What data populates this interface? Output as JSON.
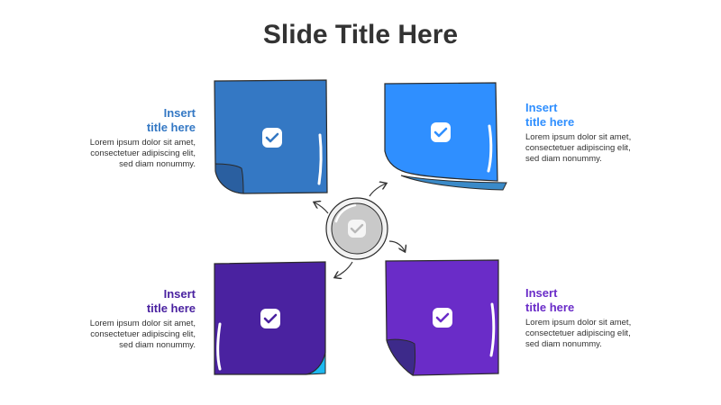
{
  "title": "Slide Title Here",
  "items": [
    {
      "title_line1": "Insert",
      "title_line2": "title here",
      "body_line1": "Lorem ipsum dolor sit amet,",
      "body_line2": "consectetuer adipiscing elit,",
      "body_line3": "sed diam nonummy.",
      "color": "#3478c4",
      "icon": "check-icon"
    },
    {
      "title_line1": "Insert",
      "title_line2": "title here",
      "body_line1": "Lorem ipsum dolor sit amet,",
      "body_line2": "consectetuer adipiscing elit,",
      "body_line3": "sed diam nonummy.",
      "color": "#2f8fff",
      "icon": "check-icon"
    },
    {
      "title_line1": "Insert",
      "title_line2": "title here",
      "body_line1": "Lorem ipsum dolor sit amet,",
      "body_line2": "consectetuer adipiscing elit,",
      "body_line3": "sed diam nonummy.",
      "color": "#4a22a0",
      "icon": "check-icon"
    },
    {
      "title_line1": "Insert",
      "title_line2": "title here",
      "body_line1": "Lorem ipsum dolor sit amet,",
      "body_line2": "consectetuer adipiscing elit,",
      "body_line3": "sed diam nonummy.",
      "color": "#6a2cc8",
      "icon": "check-icon"
    }
  ],
  "hub": {
    "color": "#c9c9c9",
    "icon": "check-icon"
  }
}
